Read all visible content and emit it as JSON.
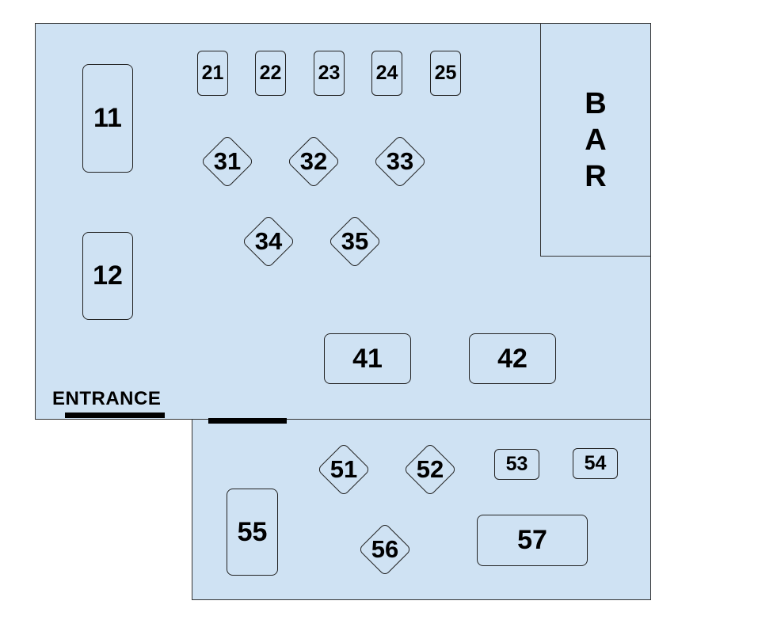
{
  "bar_letters": [
    "B",
    "A",
    "R"
  ],
  "entrance_label": "ENTRANCE",
  "colors": {
    "floor": "#cfe2f3",
    "outline": "#333333",
    "door": "#000000"
  },
  "tables": {
    "t11": "11",
    "t12": "12",
    "t21": "21",
    "t22": "22",
    "t23": "23",
    "t24": "24",
    "t25": "25",
    "t31": "31",
    "t32": "32",
    "t33": "33",
    "t34": "34",
    "t35": "35",
    "t41": "41",
    "t42": "42",
    "t51": "51",
    "t52": "52",
    "t53": "53",
    "t54": "54",
    "t55": "55",
    "t56": "56",
    "t57": "57"
  }
}
